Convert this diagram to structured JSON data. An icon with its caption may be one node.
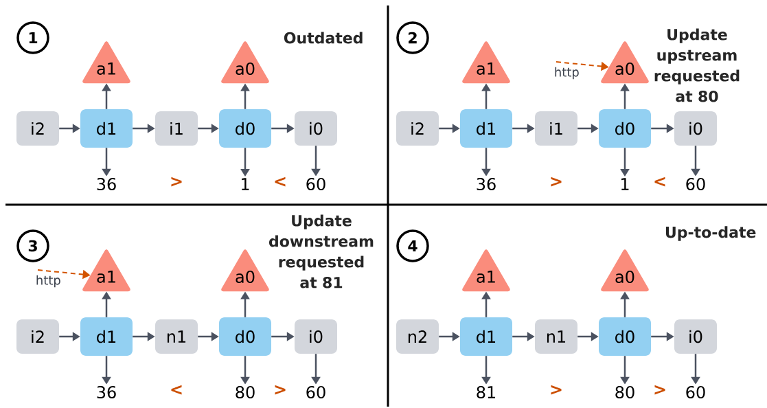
{
  "diagram": {
    "nodes": [
      {
        "text": [
          "1"
        ]
      },
      {
        "text": [
          "a1"
        ]
      },
      {
        "text": [
          "a0"
        ]
      },
      {
        "text": [
          "i2"
        ]
      },
      {
        "text": [
          "d1"
        ]
      },
      {
        "text": [
          "i1"
        ]
      },
      {
        "text": [
          "d0"
        ]
      },
      {
        "text": [
          "i0"
        ]
      },
      {
        "text": [
          "36"
        ]
      },
      {
        "text": [
          "1"
        ]
      },
      {
        "text": [
          "60"
        ]
      },
      {
        "text": [
          "2"
        ]
      },
      {
        "text": [
          "a1"
        ]
      },
      {
        "text": [
          "a0"
        ]
      },
      {
        "text": [
          "i2"
        ]
      },
      {
        "text": [
          "d1"
        ]
      },
      {
        "text": [
          "i1"
        ]
      },
      {
        "text": [
          "d0"
        ]
      },
      {
        "text": [
          "i0"
        ]
      },
      {
        "text": [
          "36"
        ]
      },
      {
        "text": [
          "1"
        ]
      },
      {
        "text": [
          "60"
        ]
      },
      {
        "text": [
          "3"
        ]
      },
      {
        "text": [
          "a1"
        ]
      },
      {
        "text": [
          "a0"
        ]
      },
      {
        "text": [
          "i2"
        ]
      },
      {
        "text": [
          "d1"
        ]
      },
      {
        "text": [
          "n1"
        ]
      },
      {
        "text": [
          "d0"
        ]
      },
      {
        "text": [
          "i0"
        ]
      },
      {
        "text": [
          "36"
        ]
      },
      {
        "text": [
          "80"
        ]
      },
      {
        "text": [
          "60"
        ]
      },
      {
        "text": [
          "4"
        ]
      },
      {
        "text": [
          "a1"
        ]
      },
      {
        "text": [
          "a0"
        ]
      },
      {
        "text": [
          "n2"
        ]
      },
      {
        "text": [
          "d1"
        ]
      },
      {
        "text": [
          "n1"
        ]
      },
      {
        "text": [
          "d0"
        ]
      },
      {
        "text": [
          "i0"
        ]
      },
      {
        "text": [
          "81"
        ]
      },
      {
        "text": [
          "80"
        ]
      },
      {
        "text": [
          "60"
        ]
      }
    ],
    "edges": [
      {
        "from": 3,
        "to": 4,
        "arrow": "to"
      },
      {
        "from": 4,
        "to": 5,
        "arrow": "to"
      },
      {
        "from": 5,
        "to": 6,
        "arrow": "to"
      },
      {
        "from": 6,
        "to": 7,
        "arrow": "to"
      },
      {
        "from": 4,
        "to": 1,
        "arrow": "to"
      },
      {
        "from": 6,
        "to": 2,
        "arrow": "to"
      },
      {
        "from": 4,
        "to": 8,
        "arrow": "to"
      },
      {
        "from": 6,
        "to": 9,
        "arrow": "to"
      },
      {
        "from": 7,
        "to": 10,
        "arrow": "to"
      },
      {
        "from": 14,
        "to": 15,
        "arrow": "to"
      },
      {
        "from": 15,
        "to": 16,
        "arrow": "to"
      },
      {
        "from": 16,
        "to": 17,
        "arrow": "to"
      },
      {
        "from": 17,
        "to": 18,
        "arrow": "to"
      },
      {
        "from": 15,
        "to": 12,
        "arrow": "to"
      },
      {
        "from": 17,
        "to": 13,
        "arrow": "to"
      },
      {
        "from": 15,
        "to": 19,
        "arrow": "to"
      },
      {
        "from": 17,
        "to": 20,
        "arrow": "to"
      },
      {
        "from": 18,
        "to": 21,
        "arrow": "to"
      },
      {
        "from": null,
        "to": 13,
        "arrow": "to",
        "label": "http",
        "style": "dashed",
        "color": "#d35400"
      },
      {
        "from": 25,
        "to": 26,
        "arrow": "to"
      },
      {
        "from": 26,
        "to": 27,
        "arrow": "to"
      },
      {
        "from": 27,
        "to": 28,
        "arrow": "to"
      },
      {
        "from": 28,
        "to": 29,
        "arrow": "to"
      },
      {
        "from": 26,
        "to": 23,
        "arrow": "to"
      },
      {
        "from": 28,
        "to": 24,
        "arrow": "to"
      },
      {
        "from": 26,
        "to": 30,
        "arrow": "to"
      },
      {
        "from": 28,
        "to": 31,
        "arrow": "to"
      },
      {
        "from": 29,
        "to": 32,
        "arrow": "to"
      },
      {
        "from": null,
        "to": 23,
        "arrow": "to",
        "label": "http",
        "style": "dashed",
        "color": "#d35400"
      },
      {
        "from": 36,
        "to": 37,
        "arrow": "to"
      },
      {
        "from": 37,
        "to": 38,
        "arrow": "to"
      },
      {
        "from": 38,
        "to": 39,
        "arrow": "to"
      },
      {
        "from": 39,
        "to": 40,
        "arrow": "to"
      },
      {
        "from": 37,
        "to": 34,
        "arrow": "to"
      },
      {
        "from": 39,
        "to": 35,
        "arrow": "to"
      },
      {
        "from": 37,
        "to": 41,
        "arrow": "to"
      },
      {
        "from": 39,
        "to": 42,
        "arrow": "to"
      },
      {
        "from": 40,
        "to": 43,
        "arrow": "to"
      }
    ],
    "labels": [
      "Outdated",
      ">",
      "<",
      "Update upstream requested at 80",
      ">",
      "<",
      "Update downstream requested at 81",
      "<",
      ">",
      "Up-to-date",
      ">",
      ">"
    ]
  }
}
